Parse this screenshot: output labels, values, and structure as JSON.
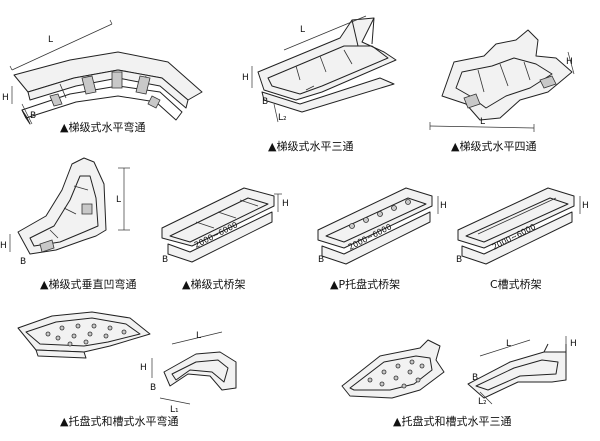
{
  "captions": {
    "c1": "▲梯级式水平弯通",
    "c2": "▲梯级式水平三通",
    "c3": "▲梯级式水平四通",
    "c4": "▲梯级式垂直凹弯通",
    "c5": "▲梯级式桥架",
    "c6": "▲P托盘式桥架",
    "c7": "C槽式桥架",
    "c8": "▲托盘式和槽式水平弯通",
    "c9": "▲托盘式和槽式水平三通"
  },
  "dims": {
    "L": "L",
    "H": "H",
    "B": "B",
    "L1": "L₁",
    "L2": "L₂",
    "length": "2000~6000"
  },
  "colors": {
    "line": "#222222",
    "fill": "#f2f2f2",
    "shade": "#c8c8c8"
  }
}
